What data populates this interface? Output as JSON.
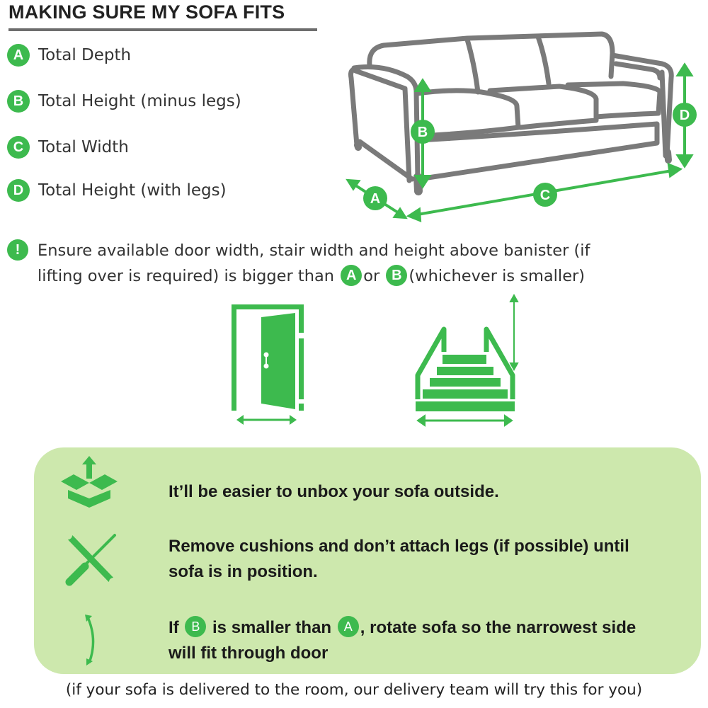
{
  "title": "MAKING SURE MY SOFA FITS",
  "accent_color": "#3dba4e",
  "panel_color": "#cde8ad",
  "line_color": "#7a7a7a",
  "legend": [
    {
      "badge": "A",
      "label": "Total Depth"
    },
    {
      "badge": "B",
      "label": "Total Height (minus legs)"
    },
    {
      "badge": "C",
      "label": "Total Width"
    },
    {
      "badge": "D",
      "label": "Total Height (with legs)"
    }
  ],
  "diagram": {
    "labels": {
      "a": "A",
      "b": "B",
      "c": "C",
      "d": "D"
    },
    "icon": "sofa-dimensions-illustration"
  },
  "note": {
    "icon": "!",
    "line1": "Ensure available door width, stair width and height above banister (if",
    "line2_pre": "lifting over is required) is bigger than",
    "badge_a": "A",
    "mid": "or",
    "badge_b": "B",
    "line2_post": "(whichever is smaller)"
  },
  "illustrations": [
    {
      "icon": "door-icon",
      "measure": "door width"
    },
    {
      "icon": "stairs-icon",
      "measure": "stair width and height above banister"
    }
  ],
  "tips": [
    {
      "icon": "unbox-icon",
      "text": "It’ll be easier to unbox your sofa outside."
    },
    {
      "icon": "tools-icon",
      "line1": "Remove cushions and don’t attach legs (if possible) until",
      "line2": "sofa is in position."
    },
    {
      "icon": "rotate-icon",
      "pre": "If",
      "badge_b": "B",
      "mid": "is smaller than",
      "badge_a": "A",
      "post": ", rotate sofa so the narrowest side",
      "line2": "will fit through door"
    }
  ],
  "footer": "(if your sofa is delivered to the room, our delivery team will try this for you)"
}
